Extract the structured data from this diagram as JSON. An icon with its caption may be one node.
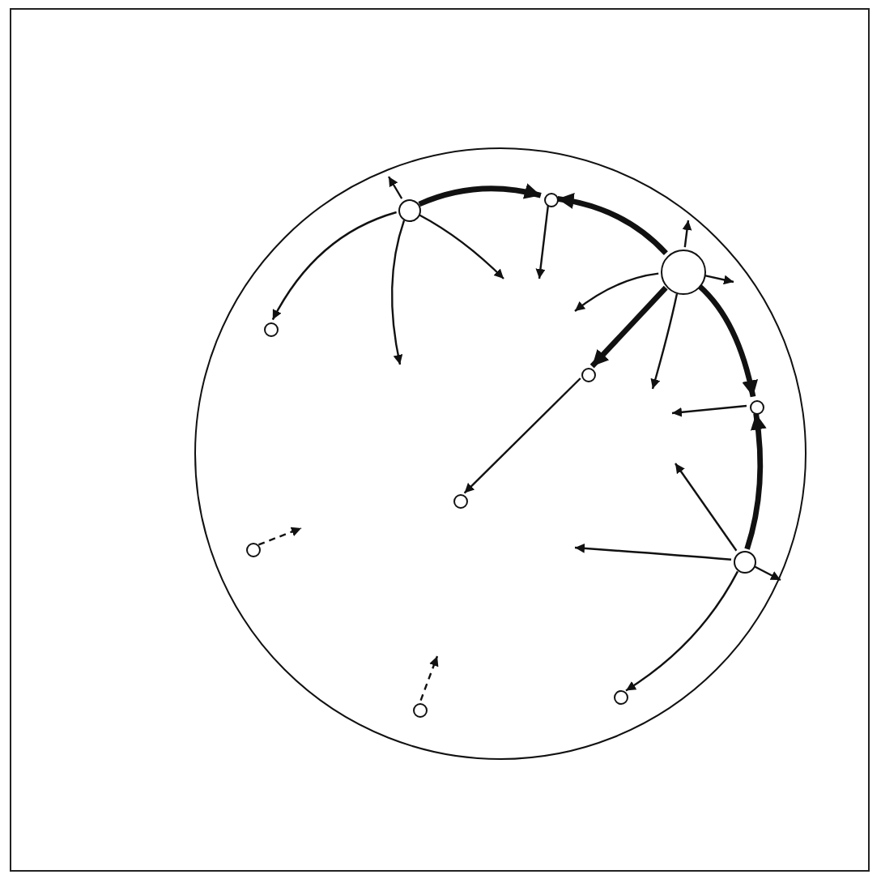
{
  "diagram": {
    "nodes": [
      {
        "text": [],
        "shape": "circle"
      },
      {
        "text": [],
        "shape": "circle",
        "in": 0
      },
      {
        "text": [],
        "shape": "circle",
        "in": 0
      },
      {
        "text": [],
        "shape": "circle",
        "in": 0
      },
      {
        "text": [],
        "shape": "circle",
        "in": 0
      },
      {
        "text": [],
        "shape": "circle",
        "in": 0
      },
      {
        "text": [],
        "shape": "circle",
        "in": 0
      },
      {
        "text": [],
        "shape": "circle",
        "in": 0
      },
      {
        "text": [],
        "shape": "circle",
        "in": 0
      },
      {
        "text": [],
        "shape": "circle",
        "in": 0
      },
      {
        "text": [],
        "shape": "circle",
        "in": 0
      },
      {
        "text": [],
        "shape": "circle",
        "in": 0
      }
    ],
    "edges": [
      {
        "from": 2,
        "to": 1,
        "arrow": "to",
        "style": "thick"
      },
      {
        "from": 2,
        "to": null,
        "arrow": "to"
      },
      {
        "from": 2,
        "to": 4,
        "arrow": "to"
      },
      {
        "from": 2,
        "to": null,
        "arrow": "to"
      },
      {
        "from": 2,
        "to": null,
        "arrow": "to"
      },
      {
        "from": 1,
        "to": null,
        "arrow": "to"
      },
      {
        "from": 3,
        "to": 1,
        "arrow": "to",
        "style": "thick"
      },
      {
        "from": 3,
        "to": null,
        "arrow": "to"
      },
      {
        "from": 3,
        "to": null,
        "arrow": "to"
      },
      {
        "from": 3,
        "to": null,
        "arrow": "to"
      },
      {
        "from": 3,
        "to": 5,
        "arrow": "to",
        "style": "thick"
      },
      {
        "from": 3,
        "to": null,
        "arrow": "to"
      },
      {
        "from": 3,
        "to": 6,
        "arrow": "to",
        "style": "thick"
      },
      {
        "from": 6,
        "to": null,
        "arrow": "to"
      },
      {
        "from": 5,
        "to": 7,
        "arrow": "to"
      },
      {
        "from": 9,
        "to": 6,
        "arrow": "to",
        "style": "thick"
      },
      {
        "from": 9,
        "to": null,
        "arrow": "to"
      },
      {
        "from": 9,
        "to": null,
        "arrow": "to"
      },
      {
        "from": 9,
        "to": null,
        "arrow": "to"
      },
      {
        "from": 9,
        "to": 10,
        "arrow": "to"
      },
      {
        "from": 8,
        "to": null,
        "arrow": "to",
        "style": "dashed"
      },
      {
        "from": 11,
        "to": null,
        "arrow": "to",
        "style": "dashed"
      }
    ]
  }
}
